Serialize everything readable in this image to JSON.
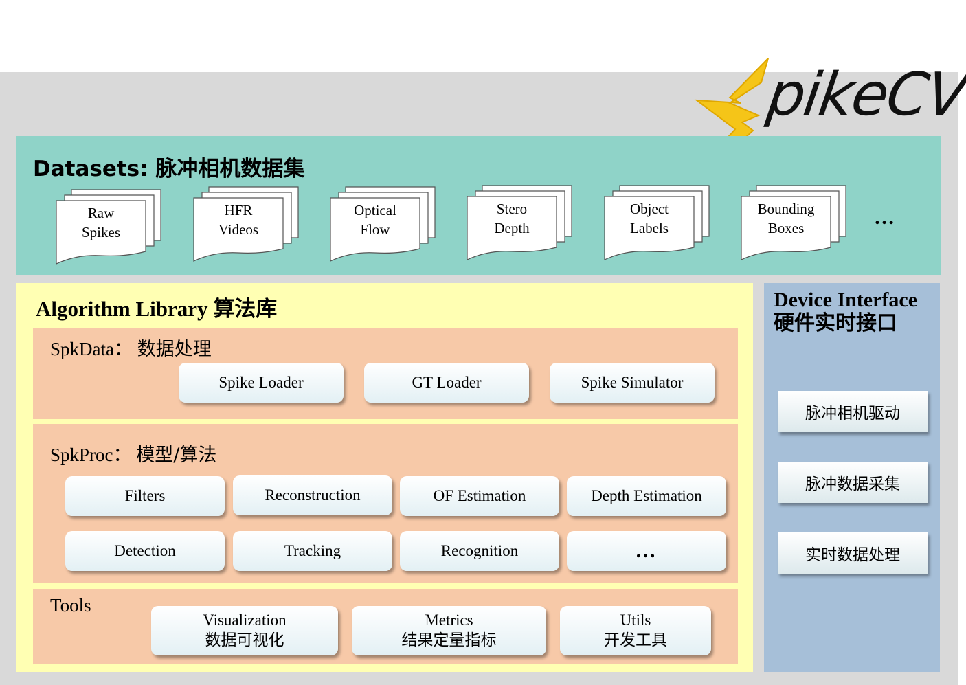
{
  "logo": {
    "text": "pikeCV",
    "accent_color": "#f5c518"
  },
  "datasets": {
    "title": "Datasets: 脉冲相机数据集",
    "items": [
      {
        "line1": "Raw",
        "line2": "Spikes"
      },
      {
        "line1": "HFR",
        "line2": "Videos"
      },
      {
        "line1": "Optical",
        "line2": "Flow"
      },
      {
        "line1": "Stero",
        "line2": "Depth"
      },
      {
        "line1": "Object",
        "line2": "Labels"
      },
      {
        "line1": "Bounding",
        "line2": "Boxes"
      }
    ],
    "more": "…"
  },
  "algorithm_library": {
    "title_en": "Algorithm Library",
    "title_cn": "算法库",
    "spkdata": {
      "title_en": "SpkData",
      "title_cn": "数据处理",
      "buttons": [
        "Spike Loader",
        "GT Loader",
        "Spike Simulator"
      ]
    },
    "spkproc": {
      "title_en": "SpkProc",
      "title_cn": "模型/算法",
      "buttons": [
        "Filters",
        "Reconstruction",
        "OF Estimation",
        "Depth Estimation",
        "Detection",
        "Tracking",
        "Recognition",
        "…"
      ]
    },
    "tools": {
      "title": "Tools",
      "buttons": [
        {
          "en": "Visualization",
          "cn": "数据可视化"
        },
        {
          "en": "Metrics",
          "cn": "结果定量指标"
        },
        {
          "en": "Utils",
          "cn": "开发工具"
        }
      ]
    }
  },
  "device_interface": {
    "title_en": "Device Interface",
    "title_cn": "硬件实时接口",
    "buttons": [
      "脉冲相机驱动",
      "脉冲数据采集",
      "实时数据处理"
    ]
  },
  "colors": {
    "frame": "#d9d9d9",
    "datasets_bg": "#8fd3c8",
    "alglib_bg": "#ffffb3",
    "section_bg": "#f7c9a8",
    "device_bg": "#a6bfd8"
  }
}
